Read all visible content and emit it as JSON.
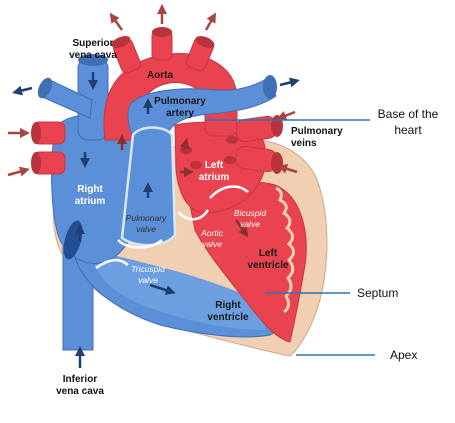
{
  "labels": {
    "superior_vena_cava": [
      "Superior",
      "vena cava"
    ],
    "aorta": "Aorta",
    "pulmonary_artery": [
      "Pulmonary",
      "artery"
    ],
    "pulmonary_veins": [
      "Pulmonary",
      "veins"
    ],
    "left_atrium": [
      "Left",
      "atrium"
    ],
    "right_atrium": [
      "Right",
      "atrium"
    ],
    "pulmonary_valve": [
      "Pulmonary",
      "valve"
    ],
    "aortic_valve": [
      "Aortic",
      "valve"
    ],
    "bicuspid_valve": [
      "Bicuspid",
      "valve"
    ],
    "left_ventricle": [
      "Left",
      "ventricle"
    ],
    "tricuspid_valve": [
      "Tricuspid",
      "valve"
    ],
    "right_ventricle": [
      "Right",
      "ventricle"
    ],
    "inferior_vena_cava": [
      "Inferior",
      "vena cava"
    ]
  },
  "callouts": {
    "base_of_heart": [
      "Base of the",
      "heart"
    ],
    "septum": "Septum",
    "apex": "Apex"
  },
  "colors": {
    "oxygen_rich": "#e8434f",
    "oxygen_poor": "#5b8fd8",
    "tissue": "#f1cfb3",
    "flow_arrow_blue": "#1f3f6e",
    "flow_arrow_red": "#a9453f",
    "callout_line": "#2e75b6"
  }
}
